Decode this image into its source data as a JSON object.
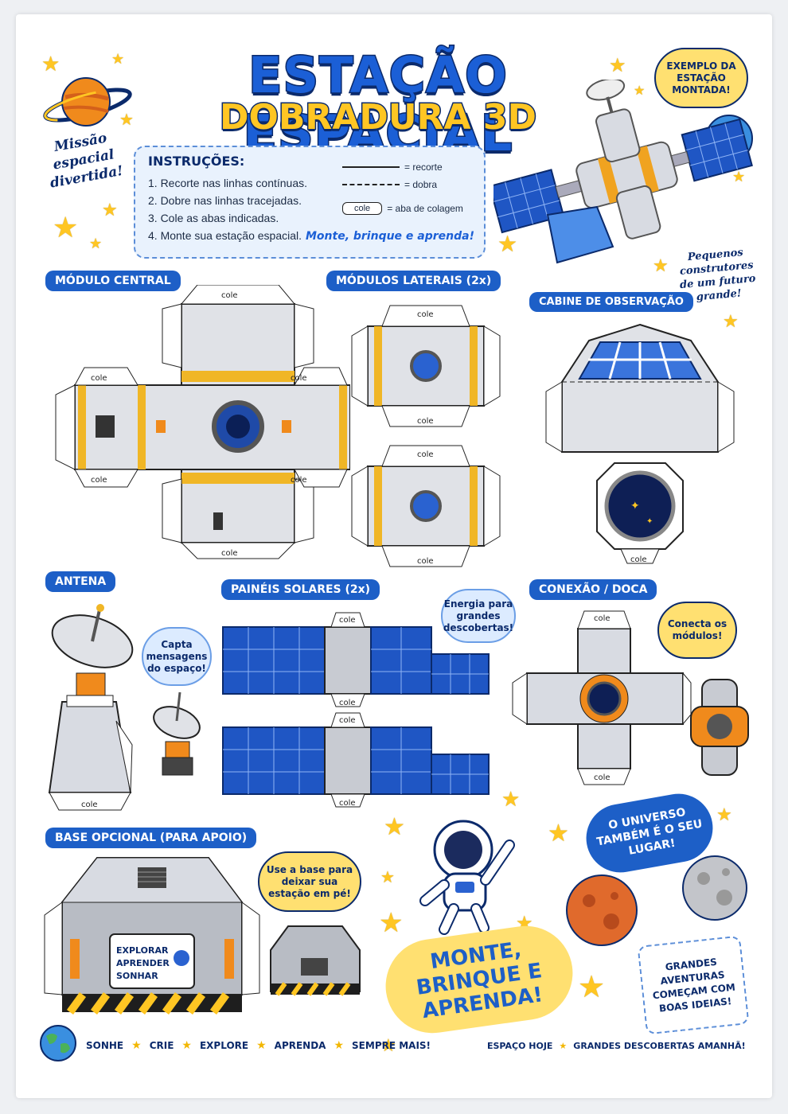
{
  "title": {
    "line1": "ESTAÇÃO ESPACIAL",
    "line2": "DOBRADURA 3D"
  },
  "slogan_left": "Missão espacial divertida!",
  "instructions": {
    "heading": "INSTRUÇÕES:",
    "steps": [
      "1. Recorte nas linhas contínuas.",
      "2. Dobre nas linhas tracejadas.",
      "3. Cole as abas indicadas.",
      "4. Monte sua estação espacial."
    ],
    "legend": {
      "cut": "= recorte",
      "fold": "= dobra",
      "glue_tab": "cole",
      "glue_text": "= aba de colagem"
    },
    "cta": "Monte, brinque e aprenda!"
  },
  "example_bubble": "EXEMPLO DA ESTAÇÃO MONTADA!",
  "builders_note": "Pequenos construtores de um futuro grande!",
  "sections": {
    "central": "MÓDULO CENTRAL",
    "lateral": "MÓDULOS LATERAIS (2x)",
    "cabin": "CABINE DE OBSERVAÇÃO",
    "antenna": "ANTENA",
    "solar": "PAINÉIS SOLARES (2x)",
    "dock": "CONEXÃO / DOCA",
    "base": "BASE OPCIONAL (PARA APOIO)"
  },
  "tab_label": "cole",
  "bubbles": {
    "antenna": "Capta mensagens do espaço!",
    "solar": "Energia para grandes descobertas!",
    "dock": "Conecta os módulos!",
    "base": "Use a base para deixar sua estação em pé!",
    "universe": "O UNIVERSO TAMBÉM É O SEU LUGAR!",
    "big": "MONTE, BRINQUE E APRENDA!",
    "ideas": "GRANDES AVENTURAS COMEÇAM COM BOAS IDEIAS!"
  },
  "base_sign": [
    "EXPLORAR",
    "APRENDER",
    "SONHAR"
  ],
  "footer_left": [
    "SONHE",
    "CRIE",
    "EXPLORE",
    "APRENDA",
    "SEMPRE MAIS!"
  ],
  "footer_right": [
    "ESPAÇO HOJE",
    "GRANDES DESCOBERTAS AMANHÃ!"
  ],
  "colors": {
    "blue": "#1d5fc7",
    "navy": "#0b2a6b",
    "yellow": "#ffc623",
    "orange": "#f08a1c",
    "gray": "#b8bcc4"
  }
}
